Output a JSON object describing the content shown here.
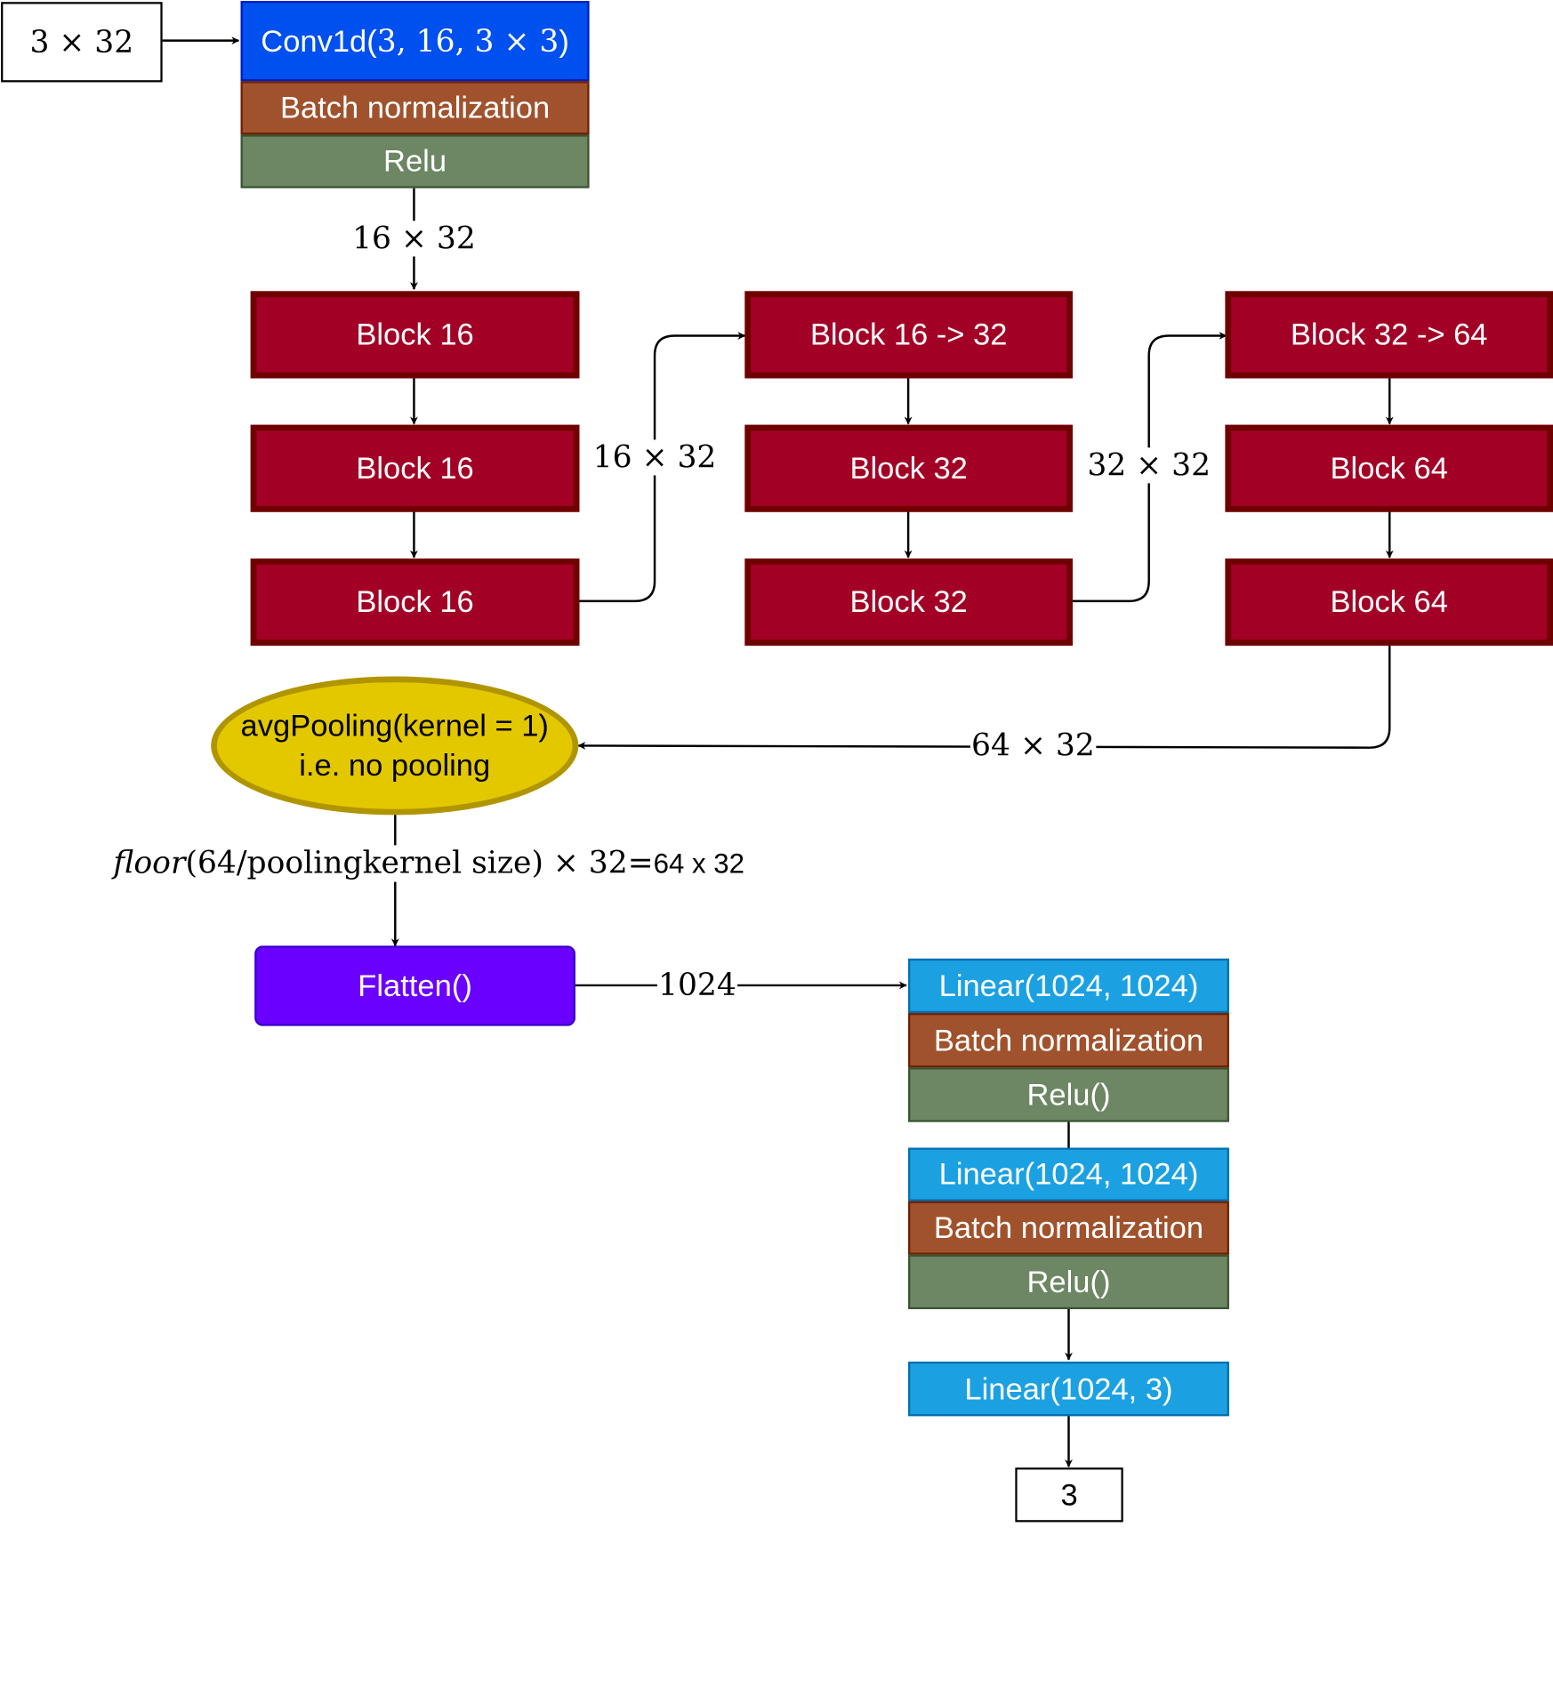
{
  "input": {
    "text": "3 × 32"
  },
  "stem": {
    "conv_prefix": "Conv1d(",
    "conv_args": " 3, 16, 3 × 3 ",
    "conv_suffix": ")",
    "bn": "Batch normalization",
    "relu": "Relu"
  },
  "edge_labels": {
    "stem_out": "16 × 32",
    "col1_out": "16 × 32",
    "col2_out": "32 × 32",
    "col3_out": "64 × 32",
    "pool_out_func": "floor",
    "pool_out_expr": "(64/poolingkernel size) × 32=",
    "pool_out_result": "64 x 32",
    "flatten_out": "1024"
  },
  "blocks": {
    "col1": [
      "Block 16",
      "Block 16",
      "Block 16"
    ],
    "col2": [
      "Block 16 -> 32",
      "Block 32",
      "Block 32"
    ],
    "col3": [
      "Block 32 -> 64",
      "Block 64",
      "Block 64"
    ]
  },
  "pooling": {
    "line1": "avgPooling(kernel = 1)",
    "line2": "i.e.  no pooling"
  },
  "flatten": {
    "label": "Flatten()"
  },
  "head": {
    "group1": {
      "linear": "Linear(1024, 1024)",
      "bn": "Batch normalization",
      "relu": "Relu()"
    },
    "group2": {
      "linear": "Linear(1024, 1024)",
      "bn": "Batch normalization",
      "relu": "Relu()"
    },
    "final_linear": "Linear(1024, 3)"
  },
  "output": {
    "text": "3"
  }
}
